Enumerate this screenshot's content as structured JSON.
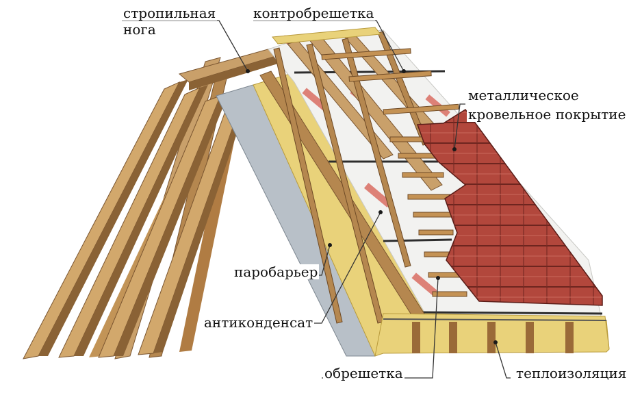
{
  "colors": {
    "wood_light": "#d2a86c",
    "wood_dark": "#8a6235",
    "wood_mid": "#b5874f",
    "membrane": "#f2f2f0",
    "membrane_print": "#d9655a",
    "vapor_barrier": "#b8c0c8",
    "insulation": "#e9d27a",
    "tile": "#b2473c",
    "tile_line": "#6e251f",
    "leader": "#333333"
  },
  "labels": {
    "rafter_leg": "стропильная\nнога",
    "rafter_leg_line1": "стропильная",
    "rafter_leg_line2": "нога",
    "counter_batten": "контробрешетка",
    "metal_roofing_line1": "металлическое",
    "metal_roofing_line2": "кровельное покрытие",
    "vapor_barrier": "паробарьер",
    "anticondensate": "антиконденсат",
    "batten": "обрешетка",
    "thermal_insulation": "теплоизоляция"
  }
}
